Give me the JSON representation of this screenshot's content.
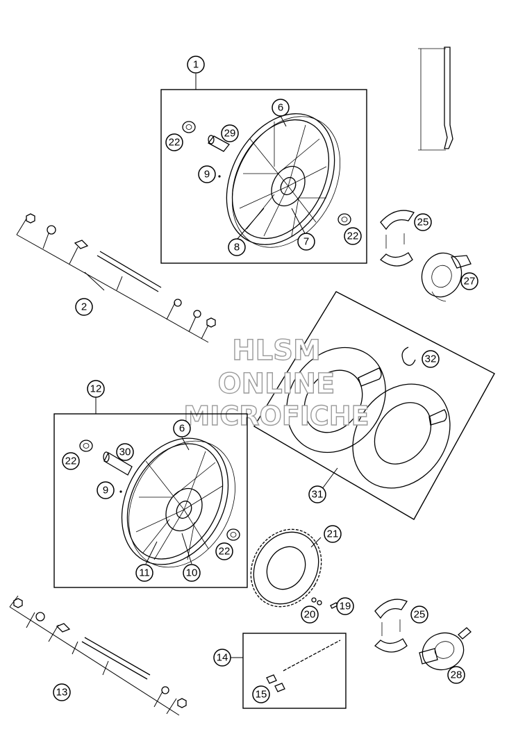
{
  "watermark": {
    "line1": "HLSM",
    "line2": "ONLINE",
    "line3": "MICROFICHE"
  },
  "callouts": [
    "1",
    "2",
    "6",
    "7",
    "8",
    "9",
    "12",
    "13",
    "14",
    "15",
    "19",
    "20",
    "21",
    "22",
    "25",
    "27",
    "28",
    "29",
    "30",
    "31",
    "32",
    "10",
    "11"
  ],
  "labels": {
    "c1": "1",
    "c2": "2",
    "c6a": "6",
    "c6b": "6",
    "c7": "7",
    "c8": "8",
    "c9a": "9",
    "c9b": "9",
    "c10": "10",
    "c11": "11",
    "c12": "12",
    "c13": "13",
    "c14": "14",
    "c15": "15",
    "c19": "19",
    "c20": "20",
    "c21": "21",
    "c22a": "22",
    "c22b": "22",
    "c22c": "22",
    "c22d": "22",
    "c25a": "25",
    "c25b": "25",
    "c27": "27",
    "c28": "28",
    "c29": "29",
    "c30": "30",
    "c31": "31",
    "c32": "32"
  },
  "icons": [
    "spoked-wheel-icon",
    "axle-icon",
    "brake-shoe-icon",
    "brake-plate-icon",
    "sprocket-icon",
    "chain-icon",
    "gasket-icon",
    "spoke-icon"
  ]
}
